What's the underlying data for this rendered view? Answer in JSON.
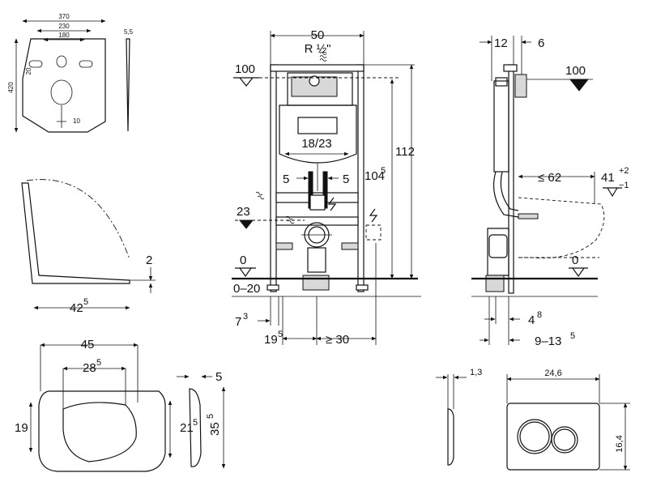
{
  "sound_pad": {
    "width": "370",
    "inner_width": "230",
    "hole_spacing": "180",
    "height": "420",
    "thickness": "5,5",
    "hole_offset": "20",
    "slot_width": "10"
  },
  "frame": {
    "width": "50",
    "thread": "R ½\"",
    "mark_100": "100",
    "height_total": "112",
    "height_104": "104",
    "height_104_sup": "5",
    "spacing_18_23": "18/23",
    "offset_left_5": "5",
    "offset_right_5": "5",
    "level_23": "23",
    "level_0": "0",
    "floor_range": "0–20",
    "offset_7": "7",
    "offset_7_sup": "3",
    "offset_19": "19",
    "offset_19_sup": "5",
    "min_30": "≥ 30"
  },
  "side": {
    "dim_12": "12",
    "dim_6": "6",
    "mark_100": "100",
    "max_62": "≤ 62",
    "height_41": "41",
    "tol_plus": "+2",
    "tol_minus": "−1",
    "level_0": "0",
    "dim_4": "4",
    "dim_4_sup": "8",
    "range_9_13": "9–13",
    "range_9_13_sup": "5"
  },
  "seat_side": {
    "height": "2",
    "length": "42",
    "length_sup": "5"
  },
  "seat_top": {
    "width": "45",
    "inner_width": "28",
    "inner_width_sup": "5",
    "left_height": "19",
    "right_height": "21",
    "right_height_sup": "5"
  },
  "lid_side": {
    "thickness": "5",
    "length": "35",
    "length_sup": "5"
  },
  "plate": {
    "thickness": "1,3",
    "width": "24,6",
    "height": "16,4"
  }
}
